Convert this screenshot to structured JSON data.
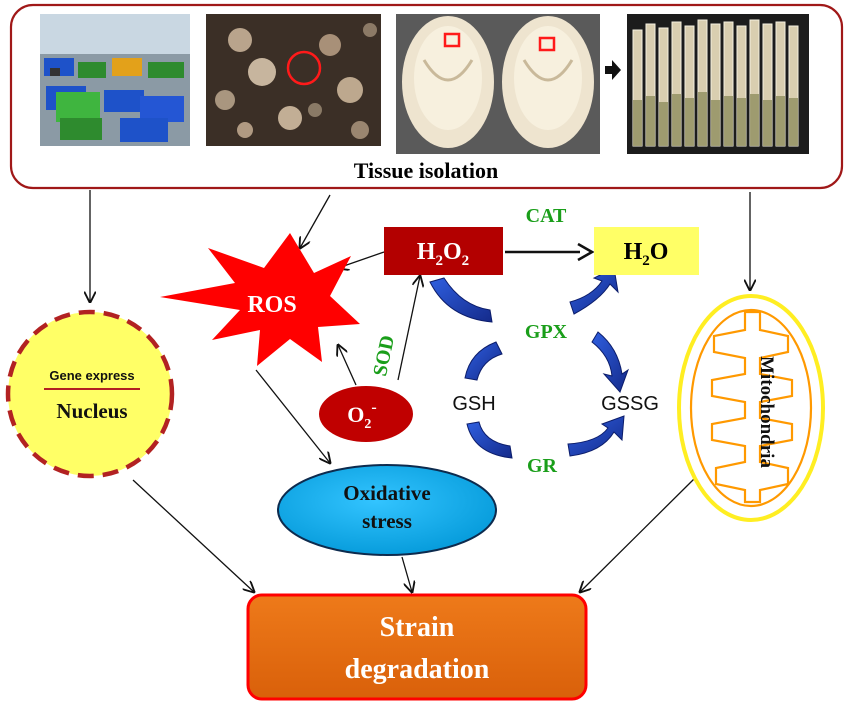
{
  "top_panel": {
    "caption": "Tissue isolation",
    "photos": [
      "cultivation-greenhouse-photo",
      "mushroom-bed-photo",
      "sliced-mushroom-photo",
      "culture-tubes-photo"
    ]
  },
  "nodes": {
    "ros": "ROS",
    "h2o2_main": "H",
    "h2o2_sub1": "2",
    "h2o2_mid": "O",
    "h2o2_sub2": "2",
    "h2o_main": "H",
    "h2o_sub": "2",
    "h2o_end": "O",
    "superoxide_main": "O",
    "superoxide_sub": "2",
    "superoxide_sup": "-",
    "oxidative_line1": "Oxidative",
    "oxidative_line2": "stress",
    "nucleus_top": "Gene express",
    "nucleus_bottom": "Nucleus",
    "mitochondria": "Mitochondria",
    "gsh": "GSH",
    "gssg": "GSSG",
    "strain_line1": "Strain",
    "strain_line2": "degradation"
  },
  "enzymes": {
    "cat": "CAT",
    "sod": "SOD",
    "gpx": "GPX",
    "gr": "GR"
  },
  "colors": {
    "ros": "#ff0000",
    "h2o2_box": "#b30000",
    "h2o_box": "#ffff66",
    "superoxide": "#c00000",
    "oxidative": "#00b0f0",
    "nucleus_fill": "#ffff66",
    "nucleus_border": "#b22222",
    "mito_membrane": "#ff9900",
    "enzyme_text": "#1a9e1a",
    "cycle_arrow": "#1f3fb5",
    "strain_fill": "#e46c0a",
    "strain_border": "#ff0000"
  }
}
